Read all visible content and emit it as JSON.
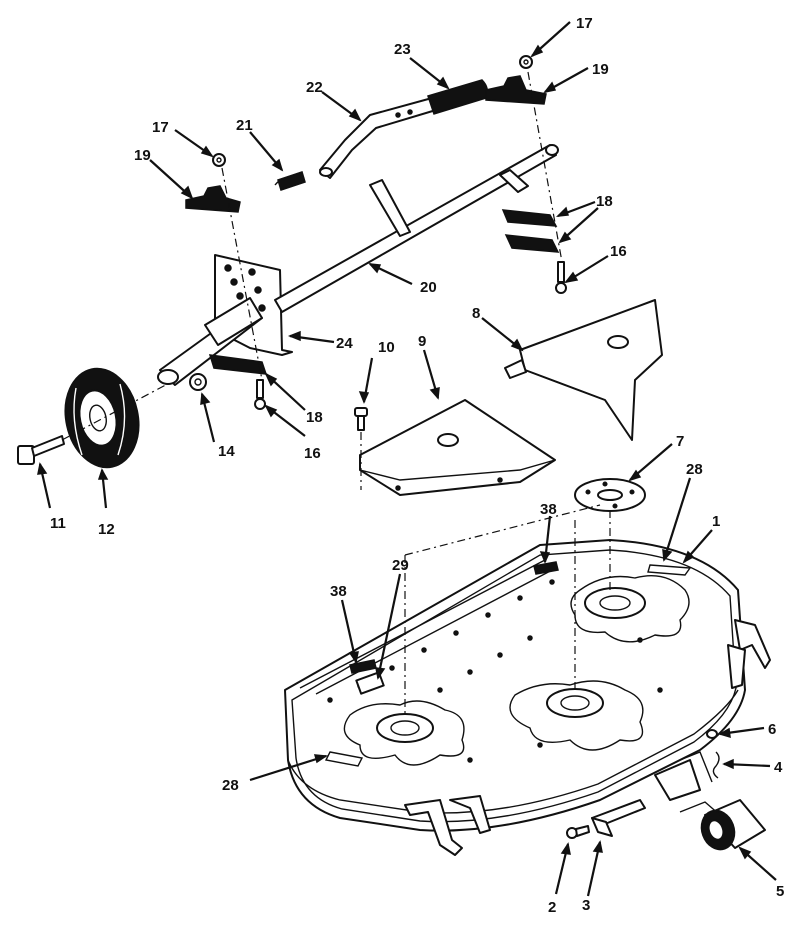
{
  "callouts": [
    {
      "id": "c17a",
      "text": "17"
    },
    {
      "id": "c19a",
      "text": "19"
    },
    {
      "id": "c23",
      "text": "23"
    },
    {
      "id": "c22",
      "text": "22"
    },
    {
      "id": "c17b",
      "text": "17"
    },
    {
      "id": "c19b",
      "text": "19"
    },
    {
      "id": "c21",
      "text": "21"
    },
    {
      "id": "c18a",
      "text": "18"
    },
    {
      "id": "c16a",
      "text": "16"
    },
    {
      "id": "c20",
      "text": "20"
    },
    {
      "id": "c24",
      "text": "24"
    },
    {
      "id": "c8",
      "text": "8"
    },
    {
      "id": "c10",
      "text": "10"
    },
    {
      "id": "c9",
      "text": "9"
    },
    {
      "id": "c18b",
      "text": "18"
    },
    {
      "id": "c14",
      "text": "14"
    },
    {
      "id": "c16b",
      "text": "16"
    },
    {
      "id": "c11",
      "text": "11"
    },
    {
      "id": "c12",
      "text": "12"
    },
    {
      "id": "c7",
      "text": "7"
    },
    {
      "id": "c28a",
      "text": "28"
    },
    {
      "id": "c1",
      "text": "1"
    },
    {
      "id": "c38a",
      "text": "38"
    },
    {
      "id": "c29",
      "text": "29"
    },
    {
      "id": "c38b",
      "text": "38"
    },
    {
      "id": "c6",
      "text": "6"
    },
    {
      "id": "c4",
      "text": "4"
    },
    {
      "id": "c28b",
      "text": "28"
    },
    {
      "id": "c5",
      "text": "5"
    },
    {
      "id": "c2",
      "text": "2"
    },
    {
      "id": "c3",
      "text": "3"
    }
  ]
}
